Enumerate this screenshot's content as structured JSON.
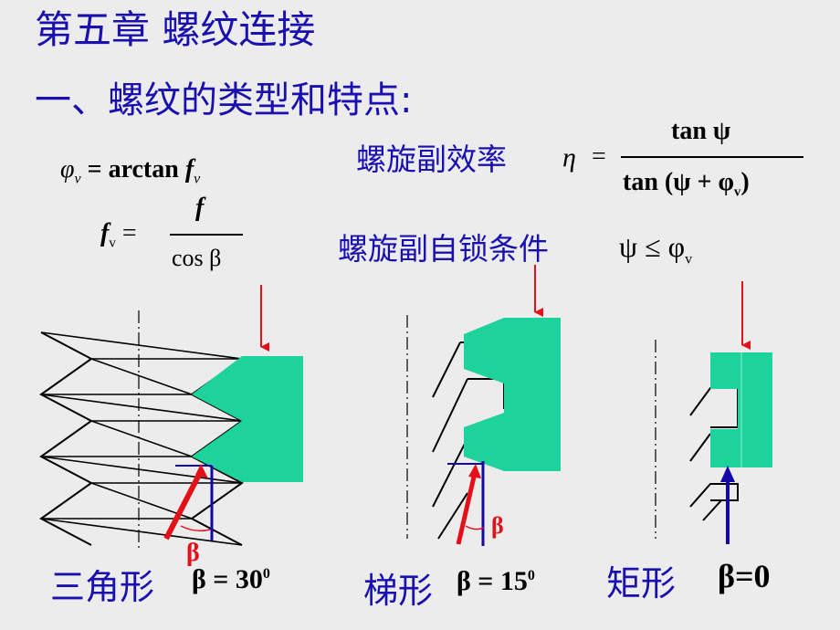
{
  "title": "第五章  螺纹连接",
  "subtitle": "一、螺纹的类型和特点:",
  "formulas": {
    "phi_v": "φ",
    "phi_v_sub": "v",
    "eq1_rhs": "= arctan",
    "f_v": "f",
    "f_v_sub": "v",
    "f_num": "f",
    "f_den": "cos β",
    "efficiency_label": "螺旋副效率",
    "eta": "η",
    "eq": "=",
    "eff_num": "tan ψ",
    "eff_den": "tan (ψ + φ",
    "eff_den_sub": "v",
    "eff_den_close": ")",
    "selflock_label": "螺旋副自锁条件",
    "selflock_expr": "ψ ≤ φ",
    "selflock_sub": "v"
  },
  "threads": [
    {
      "name": "三角形",
      "beta_expr": "β = 30",
      "sup": "0",
      "angle_symbol": "β"
    },
    {
      "name": "梯形",
      "beta_expr": "β = 15",
      "sup": "0",
      "angle_symbol": "β"
    },
    {
      "name": "矩形",
      "beta_expr": "β=0",
      "sup": ""
    }
  ],
  "colors": {
    "title_blue": "#1a10b0",
    "nut_green": "#1ed39b",
    "force_red": "#e3101a",
    "normal_blue": "#1208a8",
    "background": "#ececec"
  }
}
